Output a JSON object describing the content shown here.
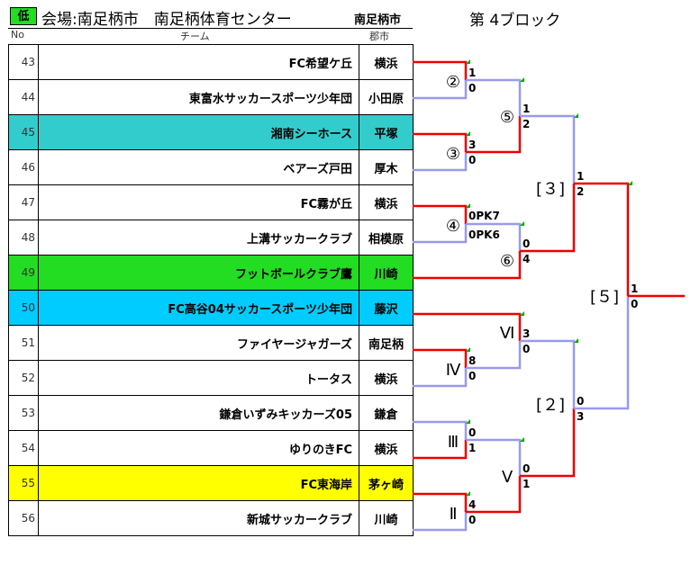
{
  "header": {
    "level_badge": "低",
    "venue": "会場:南足柄市　南足柄体育センター",
    "region": "南足柄市",
    "block": "第 4ブロック",
    "col_no": "No",
    "col_team": "チーム",
    "col_city": "郡市"
  },
  "teams": [
    {
      "no": "43",
      "name": "FC希望ケ丘",
      "city": "横浜",
      "color": ""
    },
    {
      "no": "44",
      "name": "東富水サッカースポーツ少年団",
      "city": "小田原",
      "color": ""
    },
    {
      "no": "45",
      "name": "湘南シーホース",
      "city": "平塚",
      "color": "#33cccc"
    },
    {
      "no": "46",
      "name": "ベアーズ戸田",
      "city": "厚木",
      "color": ""
    },
    {
      "no": "47",
      "name": "FC霧が丘",
      "city": "横浜",
      "color": ""
    },
    {
      "no": "48",
      "name": "上溝サッカークラブ",
      "city": "相模原",
      "color": ""
    },
    {
      "no": "49",
      "name": "フットボールクラブ鷹",
      "city": "川崎",
      "color": "#22dd22"
    },
    {
      "no": "50",
      "name": "FC高谷04サッカースポーツ少年団",
      "city": "藤沢",
      "color": "#00ccff"
    },
    {
      "no": "51",
      "name": "ファイヤージャガーズ",
      "city": "南足柄",
      "color": ""
    },
    {
      "no": "52",
      "name": "トータス",
      "city": "横浜",
      "color": ""
    },
    {
      "no": "53",
      "name": "鎌倉いずみキッカーズ05",
      "city": "鎌倉",
      "color": ""
    },
    {
      "no": "54",
      "name": "ゆりのきFC",
      "city": "横浜",
      "color": ""
    },
    {
      "no": "55",
      "name": "FC東海岸",
      "city": "茅ヶ崎",
      "color": "#ffff00"
    },
    {
      "no": "56",
      "name": "新城サッカークラブ",
      "city": "川崎",
      "color": ""
    }
  ],
  "matches": [
    {
      "label": "②",
      "top_score": "1",
      "bottom_score": "0",
      "winner": "top"
    },
    {
      "label": "③",
      "top_score": "3",
      "bottom_score": "0",
      "winner": "top"
    },
    {
      "label": "④",
      "top_score": "0PK7",
      "bottom_score": "0PK6",
      "winner": "top"
    },
    {
      "label": "Ⅳ",
      "top_score": "8",
      "bottom_score": "0",
      "winner": "top"
    },
    {
      "label": "Ⅲ",
      "top_score": "0",
      "bottom_score": "1",
      "winner": "bottom"
    },
    {
      "label": "Ⅱ",
      "top_score": "4",
      "bottom_score": "0",
      "winner": "top"
    },
    {
      "label": "⑤",
      "top_score": "1",
      "bottom_score": "2",
      "winner": "bottom"
    },
    {
      "label": "⑥",
      "top_score": "0",
      "bottom_score": "4",
      "winner": "bottom"
    },
    {
      "label": "Ⅵ",
      "top_score": "3",
      "bottom_score": "0",
      "winner": "top"
    },
    {
      "label": "Ⅴ",
      "top_score": "0",
      "bottom_score": "1",
      "winner": "bottom"
    },
    {
      "label": "[３]",
      "top_score": "1",
      "bottom_score": "2",
      "winner": "bottom"
    },
    {
      "label": "[２]",
      "top_score": "0",
      "bottom_score": "3",
      "winner": "bottom"
    },
    {
      "label": "[５]",
      "top_score": "1",
      "bottom_score": "0",
      "winner": "top"
    }
  ],
  "colors": {
    "win_line": "#ee0000",
    "lose_line": "#9999ee",
    "marker": "#00aa00"
  }
}
